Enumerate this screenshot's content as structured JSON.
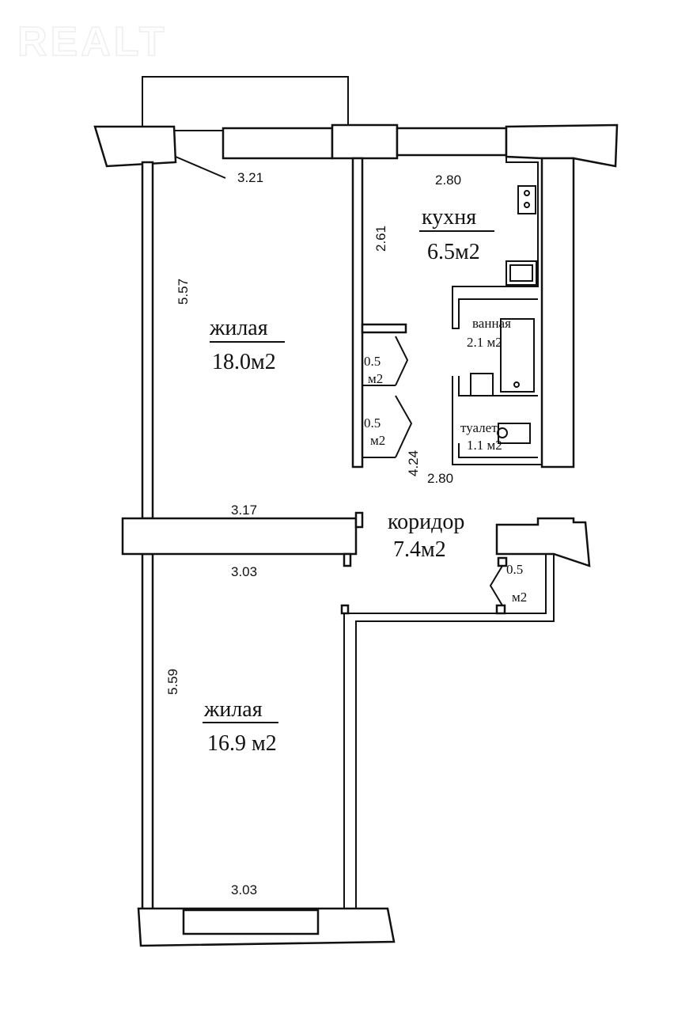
{
  "watermark": "REALT",
  "rooms": {
    "kitchen": {
      "name": "кухня",
      "area": "6.5м2"
    },
    "living1": {
      "name": "жилая",
      "area": "18.0м2"
    },
    "living2": {
      "name": "жилая",
      "area": "16.9 м2"
    },
    "bathroom": {
      "name": "ванная",
      "area": "2.1 м2"
    },
    "toilet": {
      "name": "туалет",
      "area": "1.1 м2"
    },
    "corridor": {
      "name": "коридор",
      "area": "7.4м2"
    },
    "closet1": {
      "area_num": "0.5",
      "area_unit": "м2"
    },
    "closet2": {
      "area_num": "0.5",
      "area_unit": "м2"
    },
    "closet3": {
      "area_num": "0.5",
      "area_unit": "м2"
    }
  },
  "dimensions": {
    "balcony": "3.21",
    "kitchen_width_top": "2.80",
    "kitchen_height": "2.61",
    "living1_height": "5.57",
    "kitchen_width_bottom": "2.80",
    "corridor_length": "4.24",
    "living1_width": "3.17",
    "living2_width_top": "3.03",
    "living2_height": "5.59",
    "living2_width_bottom": "3.03"
  }
}
